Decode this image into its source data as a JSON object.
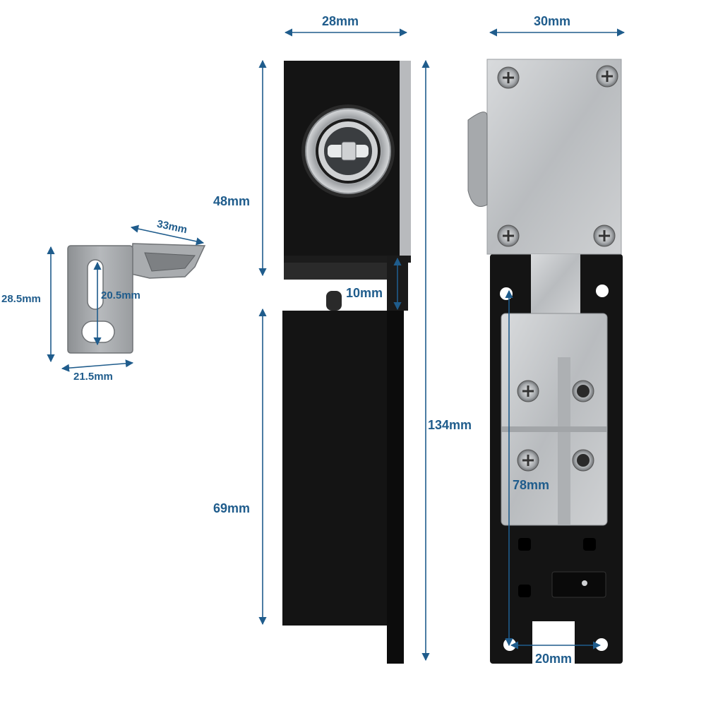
{
  "dimensions": {
    "lock_width": "28mm",
    "plate_width": "30mm",
    "lock_upper_height": "48mm",
    "lock_gap": "10mm",
    "lock_lower_height": "69mm",
    "total_height": "134mm",
    "plate_hole_spacing_vertical": "78mm",
    "plate_hole_spacing_horizontal": "20mm",
    "bracket_length": "33mm",
    "bracket_height": "28.5mm",
    "bracket_slot_height": "20.5mm",
    "bracket_width": "21.5mm"
  },
  "colors": {
    "dimension_line": "#1f5c8c",
    "lock_body": "#141414",
    "steel": "#c4c6c8"
  }
}
